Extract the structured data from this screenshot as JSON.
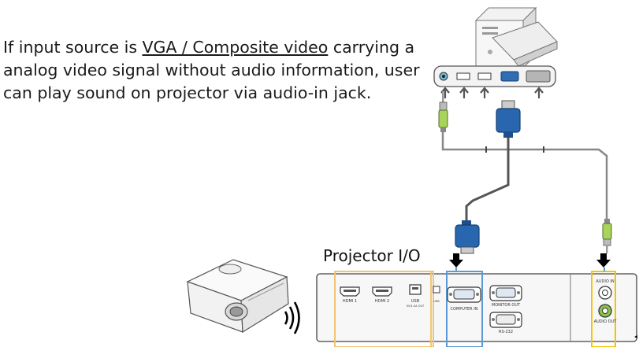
{
  "caption": {
    "before": "If input source is ",
    "highlight": "VGA / Composite video",
    "after": " carrying a analog video signal without audio information, user can play sound on projector via audio-in jack."
  },
  "projector_label": "Projector I/O",
  "ports": {
    "hdmi1": "HDMI 1",
    "hdmi2": "HDMI 2",
    "usb": "USB",
    "usb_sub": "5V/1.5A OUT",
    "mini_usb": "USB",
    "computer_in": "COMPUTER IN",
    "monitor_out": "MONITOR OUT",
    "rs232": "RS-232",
    "audio_in": "AUDIO IN",
    "audio_out": "AUDIO OUT"
  },
  "colors": {
    "hdmi_box": "#f0c674",
    "vga_box": "#5b9bd5",
    "audio_box": "#f5c400",
    "vga_connector": "#1f5fa8",
    "audio_jack": "#8bc34a"
  }
}
